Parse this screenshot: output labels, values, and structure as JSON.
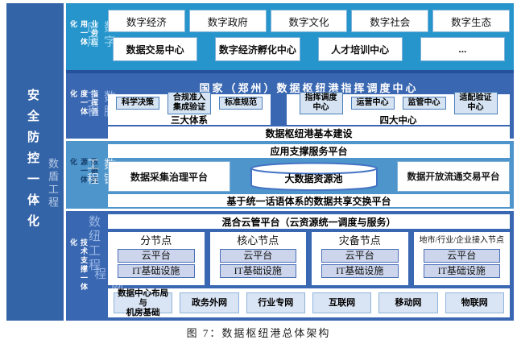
{
  "left_bar": {
    "title": "安全防控一体化",
    "project": "数盾工程"
  },
  "s1": {
    "side_small": "业务应用一体化",
    "side_large": "数字应用",
    "domains": [
      "数字经济",
      "数字政府",
      "数字文化",
      "数字社会",
      "数字生态"
    ],
    "centers": [
      "数据交易中心",
      "数字经济孵化中心",
      "人才培训中心",
      "..."
    ]
  },
  "s2": {
    "side_small": "指挥调度一体化",
    "side_large": "数脑工程",
    "title": "国家（郑州）数据枢纽港指挥调度中心",
    "three_systems": [
      "科学决策",
      "合规准入\n集成验证",
      "标准规范"
    ],
    "three_systems_label": "三大体系",
    "four_centers": [
      "指挥调度\n中心",
      "运营中心",
      "监管中心",
      "适配验证\n中心"
    ],
    "four_centers_label": "四大中心",
    "bottom_bar": "数据枢纽港基本建设"
  },
  "s3": {
    "side_small": "数据资源一体化",
    "side_large": "数链工程",
    "top_bar": "应用支撑服务平台",
    "left_box": "数据采集治理平台",
    "cylinder": "大数据资源池",
    "right_box": "数据开放流通交易平台",
    "bottom_bar": "基于统一话语体系的数据共享交换平台"
  },
  "s4": {
    "side_small": "技术支撑一体化",
    "side_large_1": "数纽工程",
    "side_large_2": "数网工程",
    "top_bar": "混合云管平台（云资源统一调度与服务）",
    "nodes": [
      {
        "title": "分节点",
        "cloud": "云平台",
        "it": "IT基础设施"
      },
      {
        "title": "核心节点",
        "cloud": "云平台",
        "it": "IT基础设施"
      },
      {
        "title": "灾备节点",
        "cloud": "云平台",
        "it": "IT基础设施"
      },
      {
        "title": "地市/行业/企业接入节点",
        "cloud": "云平台",
        "it": "IT基础设施"
      }
    ],
    "networks": [
      "数据中心布局与\n机房基础",
      "政务外网",
      "行业专网",
      "互联网",
      "移动网",
      "物联网"
    ]
  },
  "caption": "图 7：数据枢纽港总体架构",
  "colors": {
    "pillar_blue": "#3464a8",
    "section_cyan": "#2695cb",
    "section_royal_blue": "#3a67b1",
    "section_azure": "#4e95cb",
    "box_light_blue": "#d5e3f2",
    "box_lavender": "#ccd5ec",
    "box_border_blue": "#4a7ebb",
    "cylinder_stroke": "#4472c4"
  }
}
